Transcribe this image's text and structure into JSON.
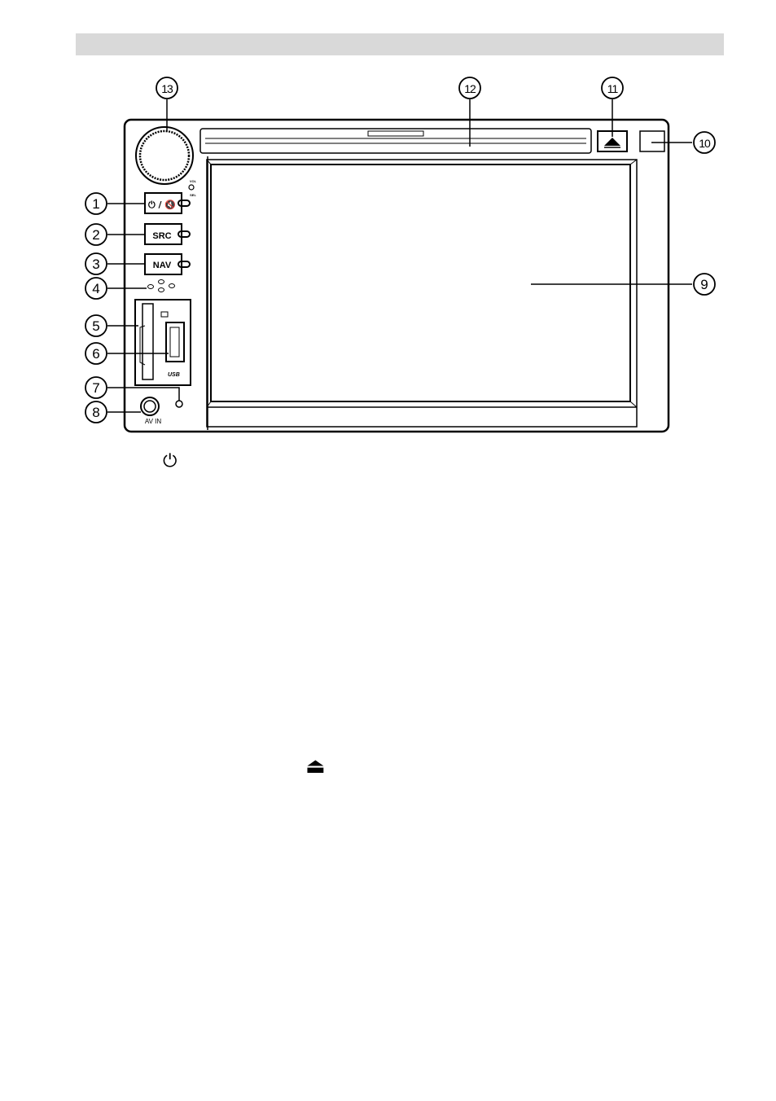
{
  "header": {
    "title": ""
  },
  "panel": {
    "buttons": {
      "power_mute": "⏻ / 🔇",
      "src": "SRC",
      "nav": "NAV"
    },
    "knob_label_top": "VOL",
    "knob_label_bottom": "SEL",
    "usb_label": "USB",
    "av_in_label": "AV IN"
  },
  "callouts": [
    "1",
    "2",
    "3",
    "4",
    "5",
    "6",
    "7",
    "8",
    "9",
    "10",
    "11",
    "12",
    "13"
  ],
  "icons": {
    "power": "⏻",
    "eject": "⏏"
  },
  "colors": {
    "ink": "#000000",
    "header": "#d9d9d9"
  }
}
